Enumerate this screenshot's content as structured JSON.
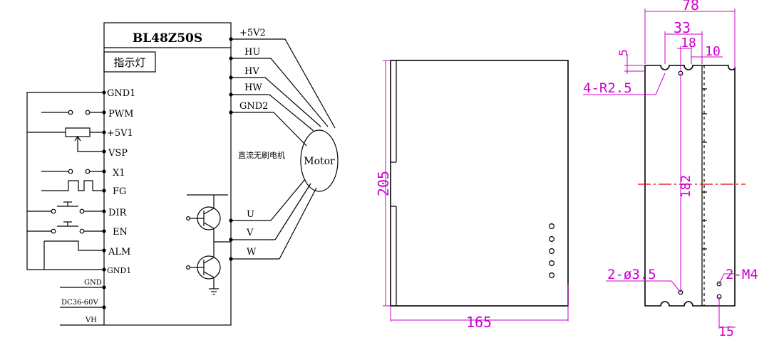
{
  "wiring": {
    "model": "BL48Z50S",
    "indicator": "指示灯",
    "motor_label": "Motor",
    "motor_type": "直流无刷电机",
    "left_terminals": [
      "GND1",
      "PWM",
      "+5V1",
      "VSP",
      "X1",
      "FG",
      "DIR",
      "EN",
      "ALM",
      "GND1"
    ],
    "right_terminals": [
      "+5V2",
      "HU",
      "HV",
      "HW",
      "GND2"
    ],
    "phase_terminals": [
      "U",
      "V",
      "W"
    ],
    "power_labels": [
      "GND",
      "DC36-60V",
      "VH"
    ]
  },
  "front_view": {
    "height_dim": "205",
    "width_dim": "165"
  },
  "side_view": {
    "dim_78": "78",
    "dim_33": "33",
    "dim_18": "18",
    "dim_10": "10",
    "dim_5": "5",
    "dim_182": "182",
    "dim_15": "15",
    "note_radius": "4-R2.5",
    "note_hole": "2-ø3.5",
    "note_thread": "2-M4"
  },
  "colors": {
    "line": "#000000",
    "dimension": "#cc00cc",
    "centerline": "#e00000"
  }
}
